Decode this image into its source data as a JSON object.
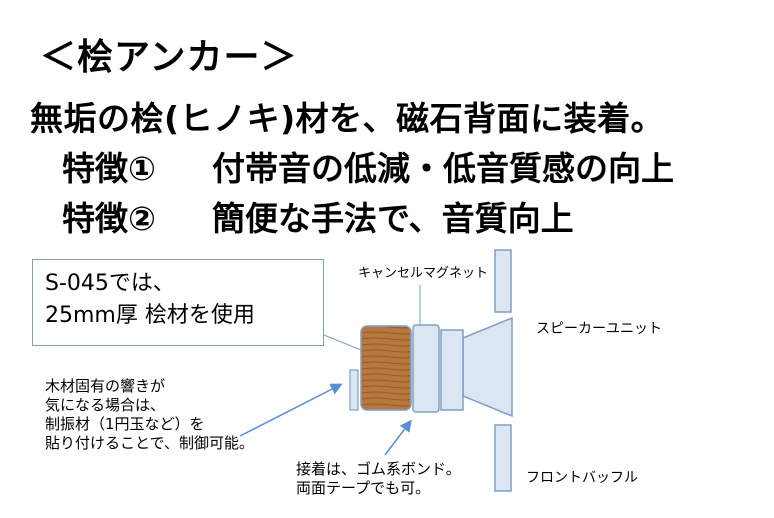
{
  "title": "＜桧アンカー＞",
  "headline": "無垢の桧(ヒノキ)材を、磁石背面に装着。",
  "features": [
    {
      "num": "特徴①",
      "text": "付帯音の低減・低音質感の向上"
    },
    {
      "num": "特徴②",
      "text": "簡便な手法で、音質向上"
    }
  ],
  "callout": {
    "line1": "S-045では、",
    "line2": "25mm厚 桧材を使用"
  },
  "labels": {
    "cancel_magnet": "キャンセルマグネット",
    "speaker_unit": "スピーカーユニット",
    "front_baffle": "フロントバッフル"
  },
  "note_wood": [
    "木材固有の響きが",
    "気になる場合は、",
    "制振材（1円玉など）を",
    "貼り付けることで、制御可能。"
  ],
  "note_bond": [
    "接着は、ゴム系ボンド。",
    "両面テープでも可。"
  ],
  "colors": {
    "part_fill": "#dce6f2",
    "part_stroke": "#7f9fc7",
    "wood": "#b8773c",
    "wood_grain": "#8c5526",
    "arrow": "#5b8fd1"
  }
}
